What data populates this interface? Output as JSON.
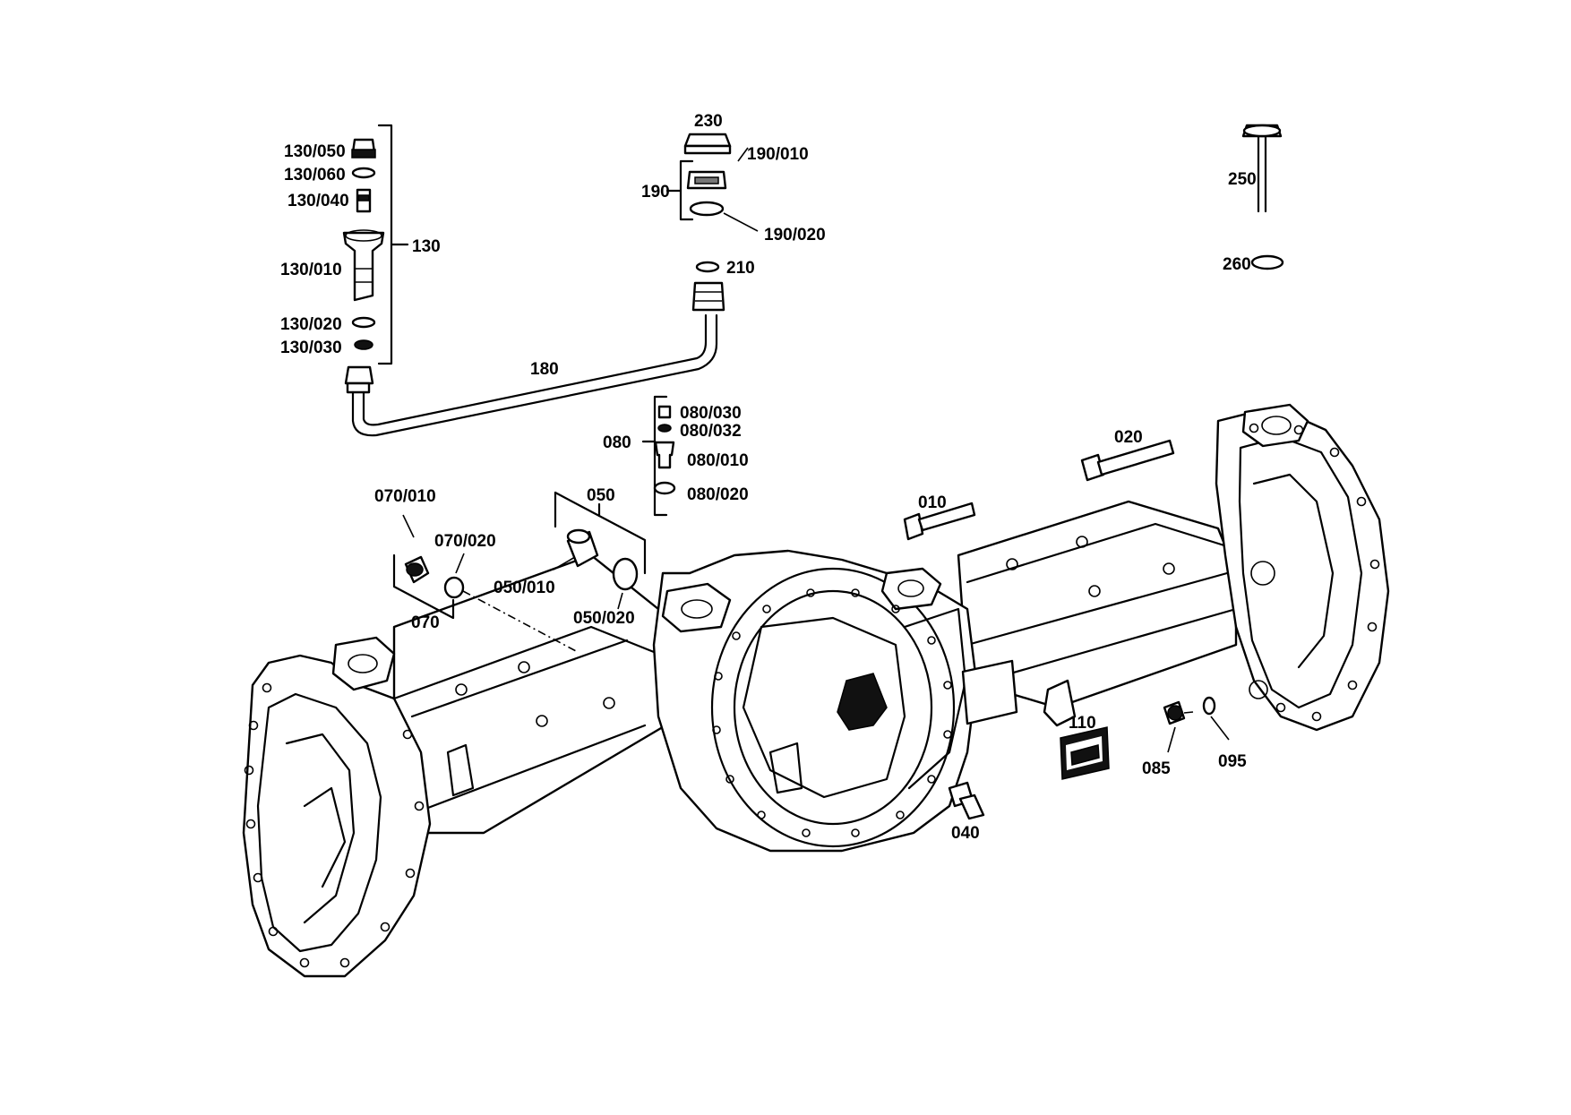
{
  "labels": {
    "l010": "010",
    "l020": "020",
    "l040": "040",
    "l050": "050",
    "l050_010": "050/010",
    "l050_020": "050/020",
    "l070": "070",
    "l070_010": "070/010",
    "l070_020": "070/020",
    "l080": "080",
    "l080_010": "080/010",
    "l080_020": "080/020",
    "l080_030": "080/030",
    "l080_032": "080/032",
    "l085": "085",
    "l095": "095",
    "l110": "110",
    "l130": "130",
    "l130_010": "130/010",
    "l130_020": "130/020",
    "l130_030": "130/030",
    "l130_040": "130/040",
    "l130_050": "130/050",
    "l130_060": "130/060",
    "l180": "180",
    "l190": "190",
    "l190_010": "190/010",
    "l190_020": "190/020",
    "l210": "210",
    "l230": "230",
    "l250": "250",
    "l260": "260"
  }
}
